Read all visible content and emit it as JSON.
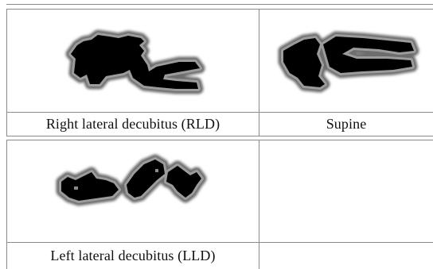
{
  "table": {
    "cells": [
      {
        "caption": "Right lateral decubitus (RLD)",
        "icon": "posture-silhouette-rld"
      },
      {
        "caption": "Supine",
        "icon": "posture-silhouette-supine"
      },
      {
        "caption": "Left lateral decubitus (LLD)",
        "icon": "posture-silhouette-lld"
      },
      {
        "caption": "",
        "icon": ""
      }
    ]
  }
}
